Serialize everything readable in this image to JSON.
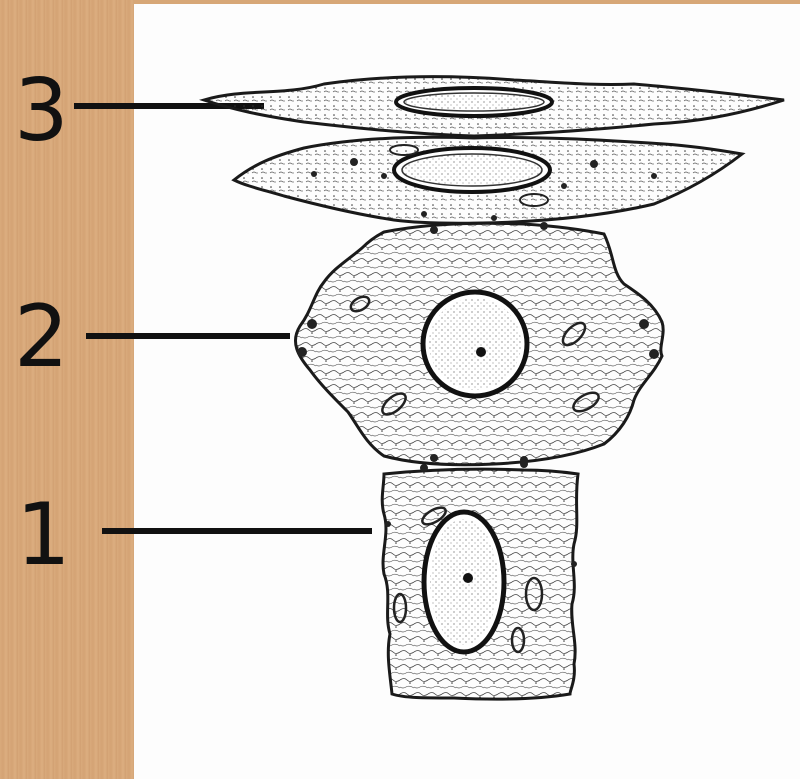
{
  "labels": [
    {
      "id": "layer-3",
      "text": "3"
    },
    {
      "id": "layer-2",
      "text": "2"
    },
    {
      "id": "layer-1",
      "text": "1"
    }
  ],
  "colors": {
    "strip": "#d8a878",
    "panel": "#fdfdfd",
    "ink": "#111111"
  }
}
